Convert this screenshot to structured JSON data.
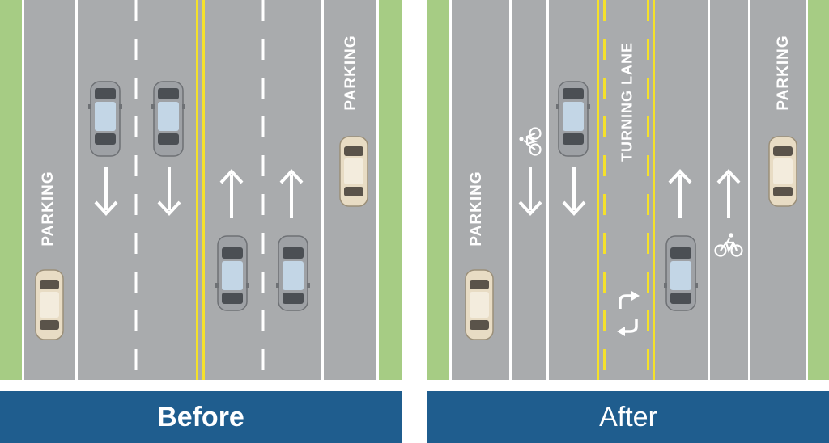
{
  "colors": {
    "asphalt": "#a9abad",
    "grass": "#a6cc84",
    "white_line": "#ffffff",
    "yellow_line": "#f5e12a",
    "caption_bar": "#1f5d8e",
    "car_body_gray": "#9ea1a5",
    "car_body_tan": "#e8dcc4"
  },
  "before": {
    "caption": "Before",
    "parking_left": "PARKING",
    "parking_right": "PARKING"
  },
  "after": {
    "caption": "After",
    "parking_left": "PARKING",
    "parking_right": "PARKING",
    "turning_lane": "TURNING LANE"
  },
  "icons": [
    "arrow-down-icon",
    "arrow-up-icon",
    "bicycle-icon",
    "two-way-turn-arrows-icon",
    "car-icon"
  ]
}
